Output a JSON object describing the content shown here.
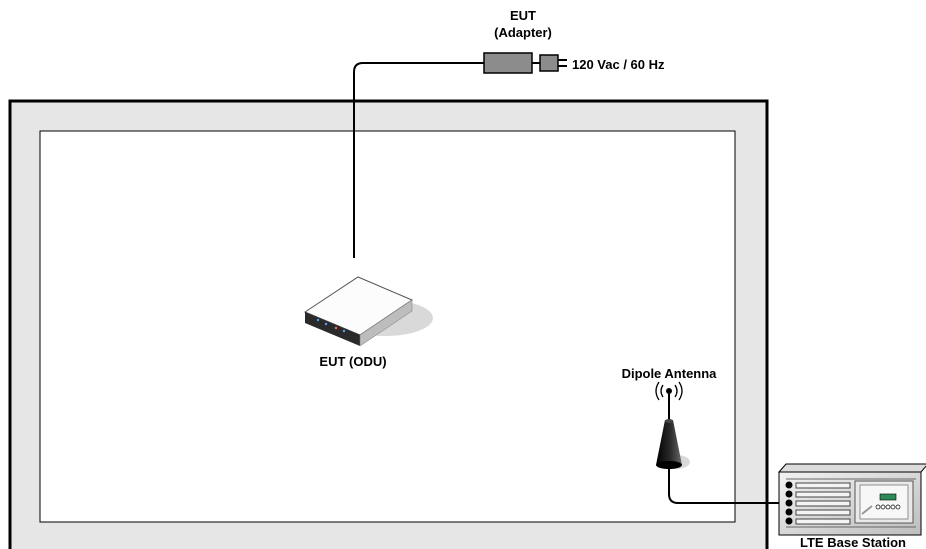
{
  "labels": {
    "eut_adapter_line1": "EUT",
    "eut_adapter_line2": "(Adapter)",
    "power": "120 Vac / 60 Hz",
    "eut_odu": "EUT (ODU)",
    "dipole": "Dipole Antenna",
    "base_station": "LTE Base Station"
  },
  "icons": [
    "power-adapter-icon",
    "power-plug-icon",
    "router-icon",
    "dipole-antenna-icon",
    "radio-waves-icon",
    "base-station-rack-icon"
  ]
}
